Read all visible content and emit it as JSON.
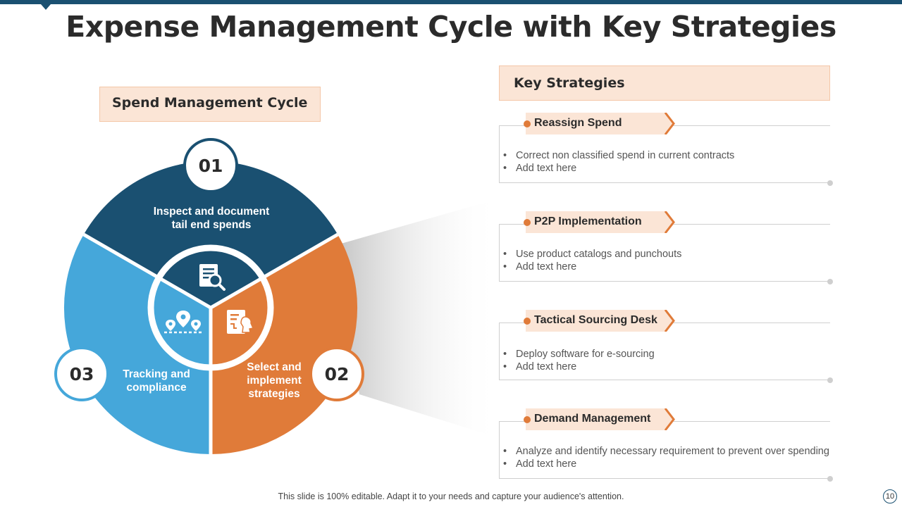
{
  "title": "Expense Management Cycle with Key Strategies",
  "cycle": {
    "heading": "Spend Management Cycle",
    "segments": [
      {
        "number": "01",
        "text": "Inspect and document tail end spends",
        "color": "#1a5071",
        "icon": "document-search-icon"
      },
      {
        "number": "02",
        "text": "Select and implement strategies",
        "color": "#e07b39",
        "icon": "strategy-chess-icon"
      },
      {
        "number": "03",
        "text": "Tracking and compliance",
        "color": "#45a7da",
        "icon": "map-pins-icon"
      }
    ]
  },
  "strategies": {
    "heading": "Key Strategies",
    "items": [
      {
        "label": "Reassign Spend",
        "bullets": [
          "Correct non classified spend in current contracts",
          "Add text here"
        ]
      },
      {
        "label": "P2P Implementation",
        "bullets": [
          "Use product catalogs and punchouts",
          "Add text here"
        ]
      },
      {
        "label": "Tactical Sourcing Desk",
        "bullets": [
          "Deploy software for e-sourcing",
          "Add text here"
        ]
      },
      {
        "label": "Demand Management",
        "bullets": [
          "Analyze and identify necessary requirement to prevent over spending",
          "Add text here"
        ]
      }
    ]
  },
  "footer": "This slide is 100% editable. Adapt it to your needs and capture your audience's attention.",
  "page_number": "10",
  "colors": {
    "dark_blue": "#1a5071",
    "orange": "#e07b39",
    "light_blue": "#45a7da",
    "peach": "#fbe5d6"
  }
}
